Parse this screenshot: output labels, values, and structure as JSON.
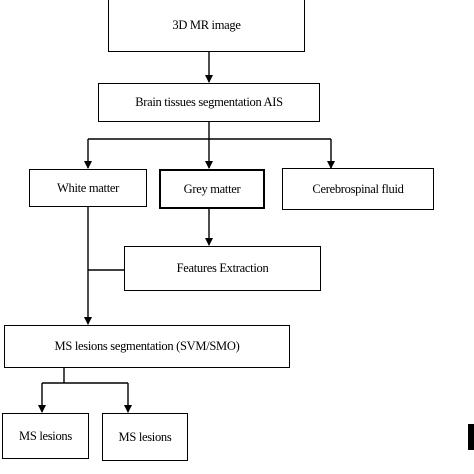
{
  "nodes": {
    "mri": "3D MR image",
    "segmentation": "Brain tissues segmentation AIS",
    "white_matter": "White matter",
    "grey_matter": "Grey matter",
    "csf": "Cerebrospinal fluid",
    "features": "Features Extraction",
    "ms_seg": "MS lesions segmentation (SVM/SMO)",
    "ms_lesions_1": "MS lesions",
    "ms_lesions_2": "MS lesions"
  },
  "colors": {
    "stroke": "#000000",
    "background": "#ffffff"
  }
}
